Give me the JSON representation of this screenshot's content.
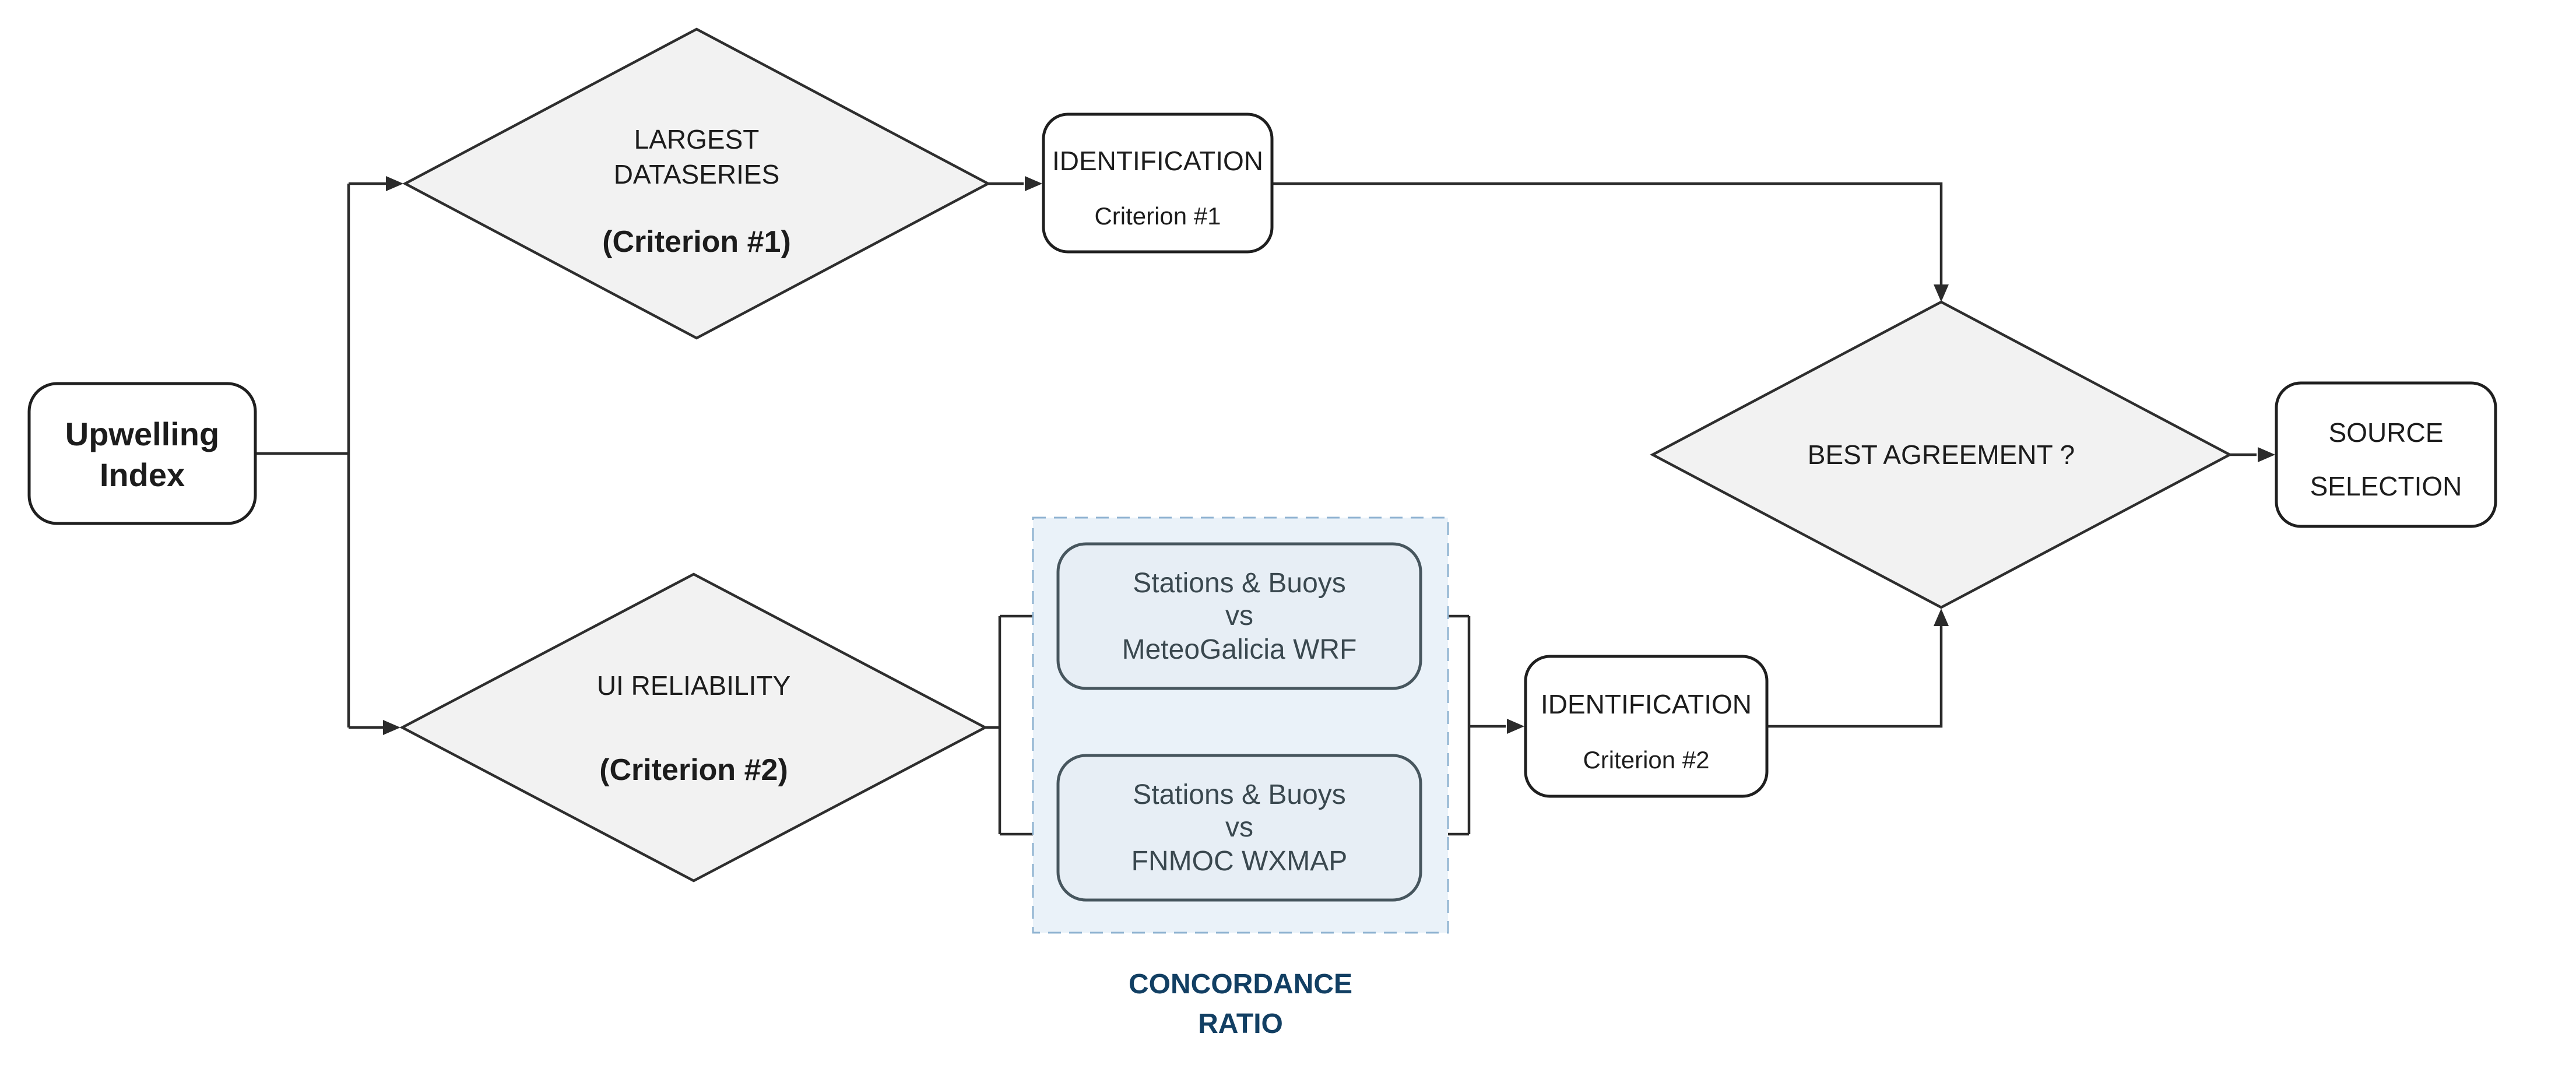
{
  "diagram": {
    "title": "Upwelling index source selection flowchart",
    "colors": {
      "background": "#ffffff",
      "connector": "#2b2b2b",
      "decision_fill": "#f2f2f2",
      "decision_stroke": "#2e2e2e",
      "process_fill": "#ffffff",
      "process_stroke": "#1f1f1f",
      "compare_fill": "#e7eef5",
      "compare_stroke": "#47565e",
      "compare_text": "#3a484f",
      "group_fill": "#eaf2f9",
      "group_border": "#8fb3d1",
      "group_label_text": "#123f63"
    },
    "nodes": {
      "upwelling": {
        "line1": "Upwelling",
        "line2": "Index"
      },
      "criterion1_decision": {
        "line1": "LARGEST",
        "line2": "DATASERIES",
        "line3": "(Criterion #1)"
      },
      "identification1": {
        "line1": "IDENTIFICATION",
        "line2": "Criterion #1"
      },
      "criterion2_decision": {
        "line1": "UI RELIABILITY",
        "line2": "(Criterion #2)"
      },
      "compare_wrf": {
        "line1": "Stations & Buoys",
        "line2": "vs",
        "line3": "MeteoGalicia WRF"
      },
      "compare_wxmap": {
        "line1": "Stations & Buoys",
        "line2": "vs",
        "line3": "FNMOC WXMAP"
      },
      "group_label": {
        "line1": "CONCORDANCE",
        "line2": "RATIO"
      },
      "identification2": {
        "line1": "IDENTIFICATION",
        "line2": "Criterion #2"
      },
      "best_agreement": {
        "line1": "BEST AGREEMENT ?"
      },
      "source_selection": {
        "line1": "SOURCE",
        "line2": "SELECTION"
      }
    }
  }
}
